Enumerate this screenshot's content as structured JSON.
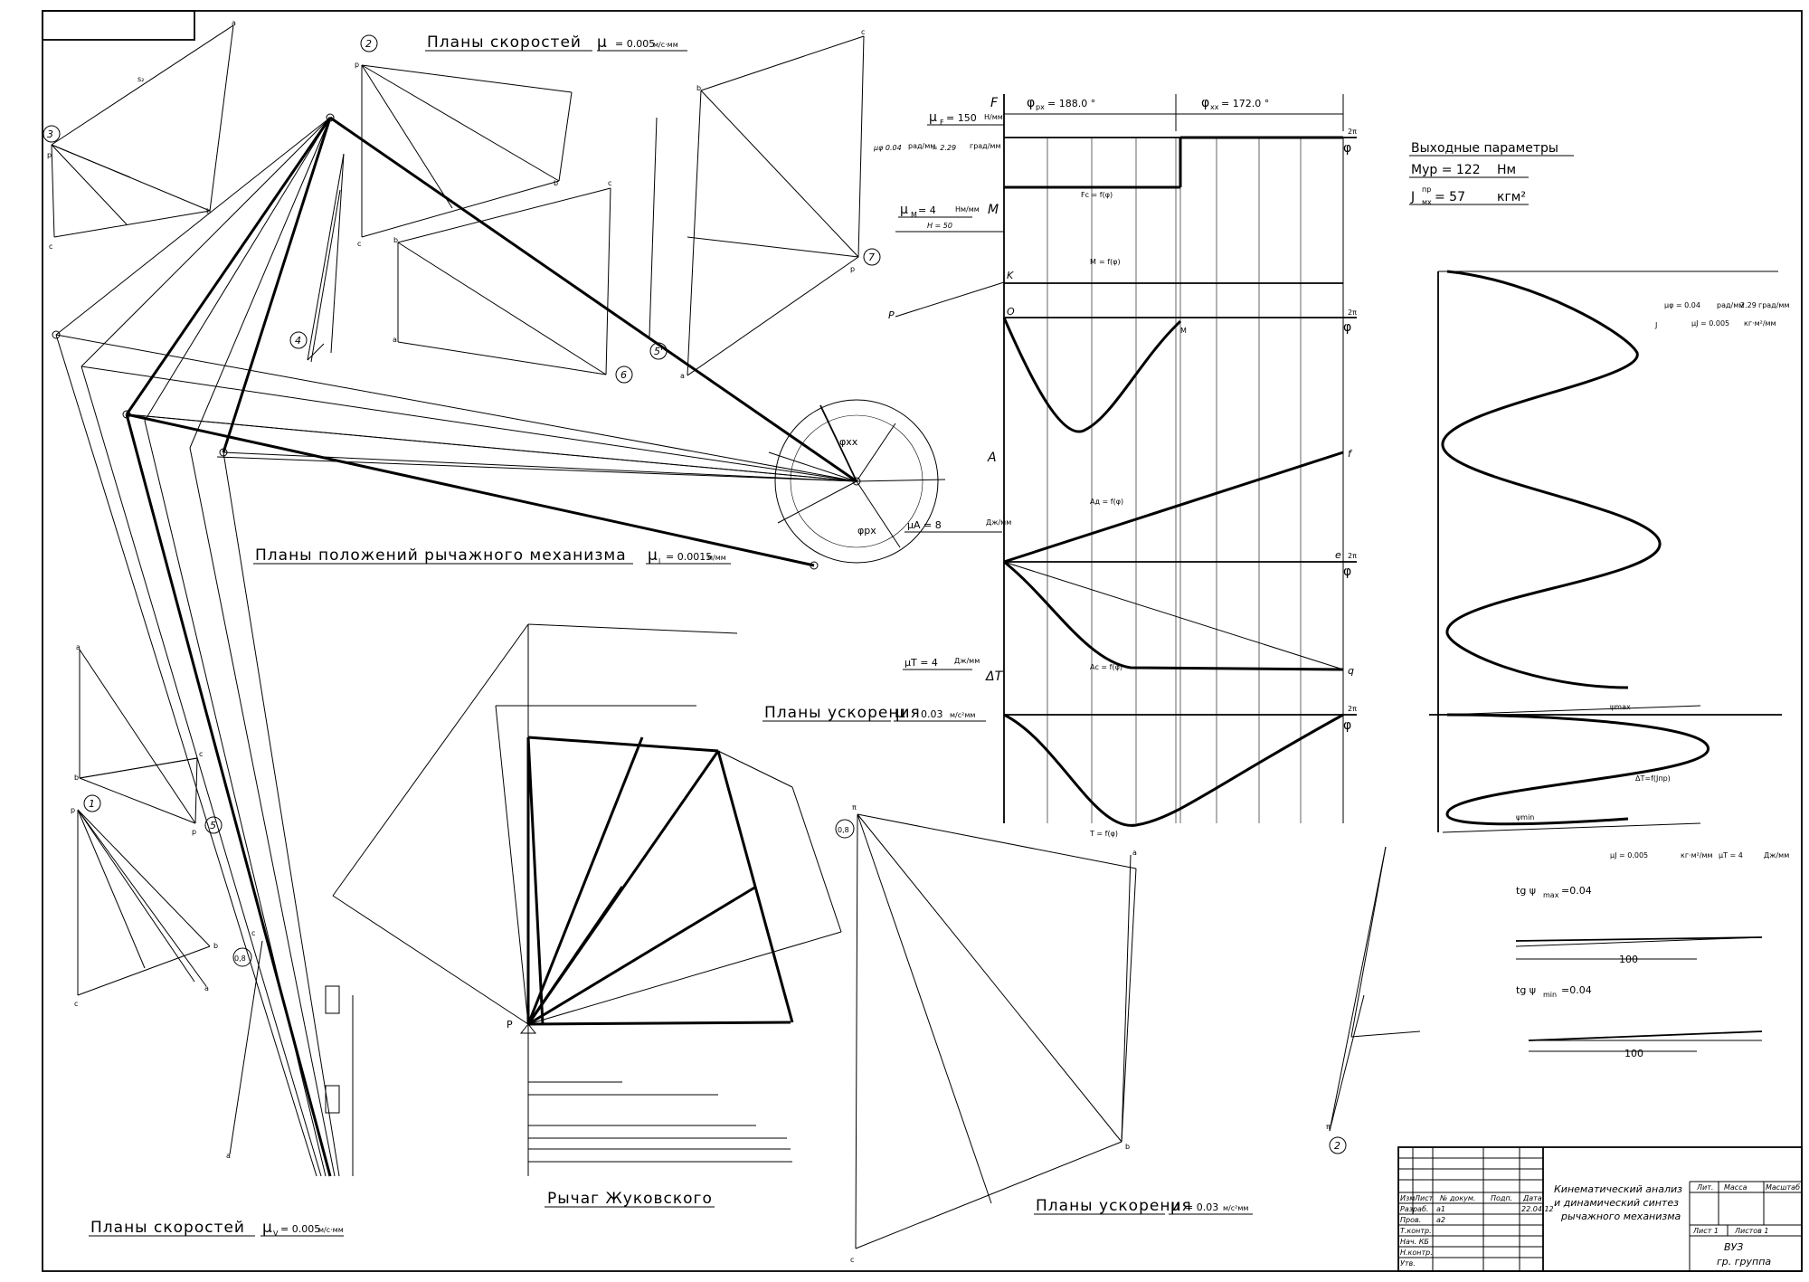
{
  "labels": {
    "velocity_plans_top": "Планы скоростей",
    "velocity_plans_top_mu": "μ",
    "velocity_plans_top_mu_sub": "V",
    "velocity_plans_top_value": "= 0.005",
    "velocity_plans_top_unit": "м/с·мм",
    "velocity_plans_bottom": "Планы скоростей",
    "velocity_plans_bottom_value": "= 0.005",
    "positions_plan": "Планы положений рычажного механизма",
    "positions_mu": "μ",
    "positions_mu_sub": "l",
    "positions_value": "= 0.0015",
    "positions_unit": "м/мм",
    "accel_plans_top": "Планы ускорения",
    "accel_plans_top_value": "0.03",
    "accel_plans_bottom": "Планы ускорения",
    "accel_plans_bottom_value": "= 0.03",
    "accel_unit": "м/с²мм",
    "zhukovsky": "Рычаг Жуковского"
  },
  "output_params": {
    "title": "Выходные параметры",
    "m_label": "Мур = 122",
    "m_unit": "Нм",
    "j_label": "J",
    "j_sup": "пр",
    "j_sub": "мх",
    "j_value": "= 57",
    "j_unit": "кгм²"
  },
  "graph_labels": {
    "phi_pz": "φ",
    "phi_pz_sub": "рх",
    "phi_pz_val": "= 188.0 °",
    "phi_xx": "φ",
    "phi_xx_sub": "хх",
    "phi_xx_val": "= 172.0 °",
    "mu_f": "μ",
    "mu_f_sub": "F",
    "mu_f_val": "= 150",
    "mu_f_unit": "Н/мм",
    "mu_phi": "μφ 0.04",
    "mu_phi_unit1": "рад/мм",
    "mu_phi_mid": "= 2.29",
    "mu_phi_unit2": "град/мм",
    "mu_m": "μ",
    "mu_m_sub": "M",
    "mu_m_val": "= 4",
    "mu_m_unit": "Нм/мм",
    "h50": "H = 50",
    "mu_a": "μA = 8",
    "mu_a_unit": "Дж/мм",
    "mu_t": "μT = 4",
    "mu_t_unit": "Дж/мм",
    "fc": "Fс = f(φ)",
    "mpr": "M",
    "mpr_f": "= f(φ)",
    "ad": "Aд = f(φ)",
    "ac": "Aс = f(φ)",
    "tf": "T = f(φ)",
    "mdpr": "M",
    "two_pi": "2π",
    "phi": "φ",
    "K": "K",
    "O": "O",
    "P": "P",
    "M": "M",
    "A": "A",
    "F": "F",
    "dT": "ΔT",
    "f_pt": "f",
    "e_pt": "e",
    "q_pt": "q",
    "mu_phi2": "μφ = 0.04",
    "mu_phi2_b": "рад/мм",
    "mu_phi2_c": "2.29",
    "mu_phi2_d": "град/мм",
    "mu_j2": "μJ = 0.005",
    "mu_j2_unit": "кг·м²/мм",
    "jpr_f": "J",
    "mu_j_bottom": "μJ = 0.005",
    "mu_j_bottom_unit": "кг·м²/мм",
    "mu_t_bottom": "μT = 4",
    "mu_t_bottom_unit": "Дж/мм",
    "tg_max": "tg ψ",
    "tg_max_sub": "max",
    "tg_max_val": "=0.04",
    "tg_min": "tg ψ",
    "tg_min_sub": "min",
    "tg_min_val": "=0.04",
    "hundred1": "100",
    "hundred2": "100",
    "psi_max": "ψmax",
    "psi_min": "ψmin",
    "dt_f": "ΔT=f(Jпр)"
  },
  "title_block": {
    "title_line1": "Кинематический анализ",
    "title_line2": "и динамический синтез",
    "title_line3": "рычажного механизма",
    "org": "ВУЗ",
    "group": "гр. группа",
    "col_lit": "Лит.",
    "col_mass": "Масса",
    "col_scale": "Масштаб",
    "sheet": "Лист 1",
    "sheets": "Листов 1",
    "rows": [
      "Изм",
      "Лист",
      "№ докум.",
      "Подп.",
      "Дата"
    ],
    "razrab": "Разраб.",
    "prov": "Пров.",
    "tkontr": "Т.контр.",
    "nach": "Нач. КБ",
    "nkontr": "Н.контр.",
    "utv": "Утв.",
    "a1": "а1",
    "a2": "а2",
    "date": "22.04.12"
  }
}
